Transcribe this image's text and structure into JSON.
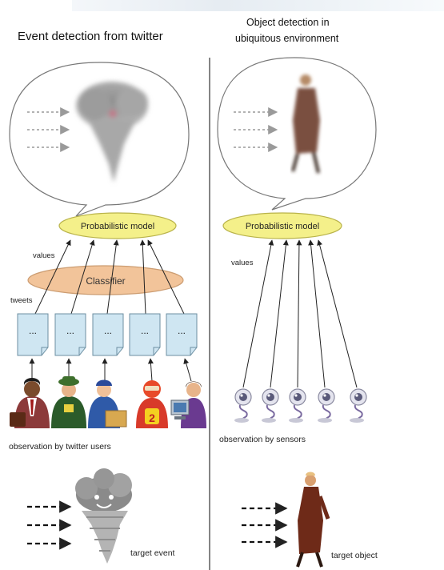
{
  "left_panel": {
    "title": "Event detection from twitter",
    "model_label": "Probabilistic model",
    "classifier_label": "Classifier",
    "values_label": "values",
    "tweets_label": "tweets",
    "tweet_box_text": "...",
    "tweet_count": 5,
    "observation_label": "observation by twitter users",
    "target_label": "target event",
    "user_icons": [
      "businessman-icon",
      "soldier-icon",
      "delivery-worker-icon",
      "racer-icon",
      "computer-user-icon"
    ],
    "target_icon": "tornado-icon"
  },
  "right_panel": {
    "title_line1": "Object detection in",
    "title_line2": "ubiquitous environment",
    "model_label": "Probabilistic model",
    "values_label": "values",
    "sensor_count": 5,
    "observation_label": "observation by sensors",
    "target_label": "target object",
    "sensor_icon": "camera-sensor-icon",
    "target_icon": "walking-person-icon"
  },
  "colors": {
    "model_fill": "#f4f08a",
    "model_stroke": "#b9b34a",
    "classifier_fill": "#f2c49a",
    "classifier_stroke": "#cc9d72",
    "tweet_fill": "#cfe6f2",
    "tweet_stroke": "#6c8fa2",
    "line": "#222222"
  }
}
